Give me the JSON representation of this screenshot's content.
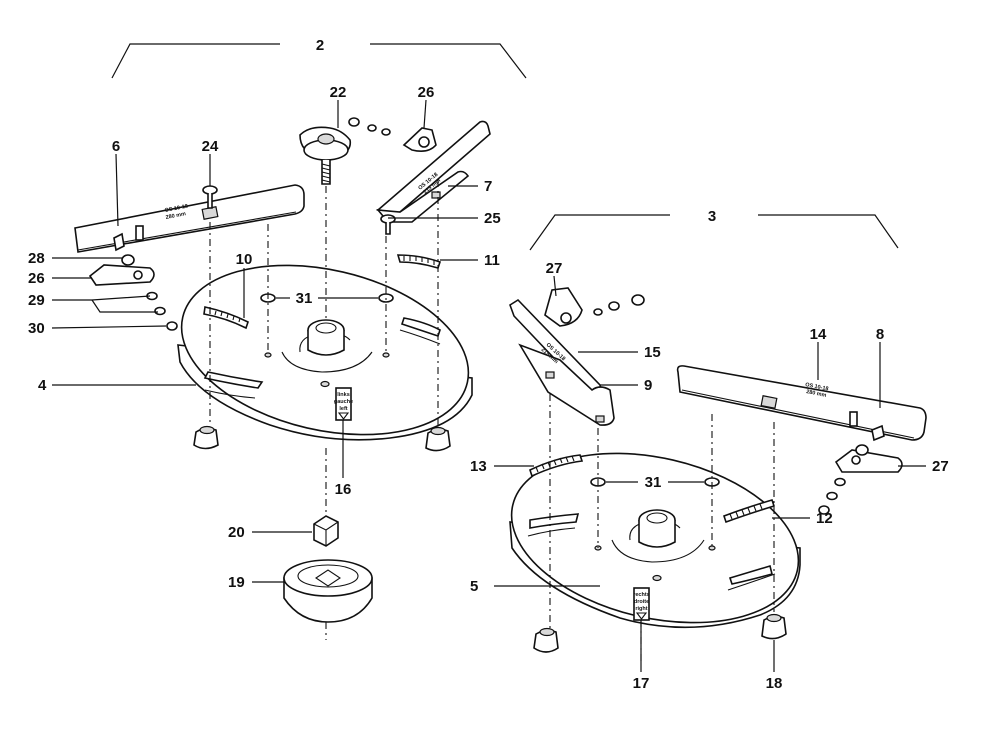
{
  "group_labels": {
    "left": "2",
    "right": "3"
  },
  "callouts": {
    "c22": "22",
    "c26a": "26",
    "c6": "6",
    "c24": "24",
    "c7": "7",
    "c25": "25",
    "c11": "11",
    "c10": "10",
    "c28": "28",
    "c26b": "26",
    "c29": "29",
    "c30": "30",
    "c31a": "31",
    "c4": "4",
    "c16": "16",
    "c20": "20",
    "c19": "19",
    "c27a": "27",
    "c15": "15",
    "c9": "9",
    "c14": "14",
    "c8": "8",
    "c27b": "27",
    "c13": "13",
    "c31b": "31",
    "c12": "12",
    "c5": "5",
    "c17": "17",
    "c18": "18"
  },
  "blade_markings": {
    "left_bar_line1": "OS 10-18",
    "left_bar_line2": "280 mm",
    "mid_bar_line1": "OS 10-18",
    "mid_bar_line2": "215 mm",
    "right_small_line1": "OS 10-18",
    "right_small_line2": "215 mm",
    "right_bar_line1": "OS 10-18",
    "right_bar_line2": "280 mm"
  },
  "disc_labels": {
    "left_line1": "links",
    "left_line2": "gauche",
    "left_line3": "left",
    "right_line1": "rechts",
    "right_line2": "droite",
    "right_line3": "right"
  }
}
